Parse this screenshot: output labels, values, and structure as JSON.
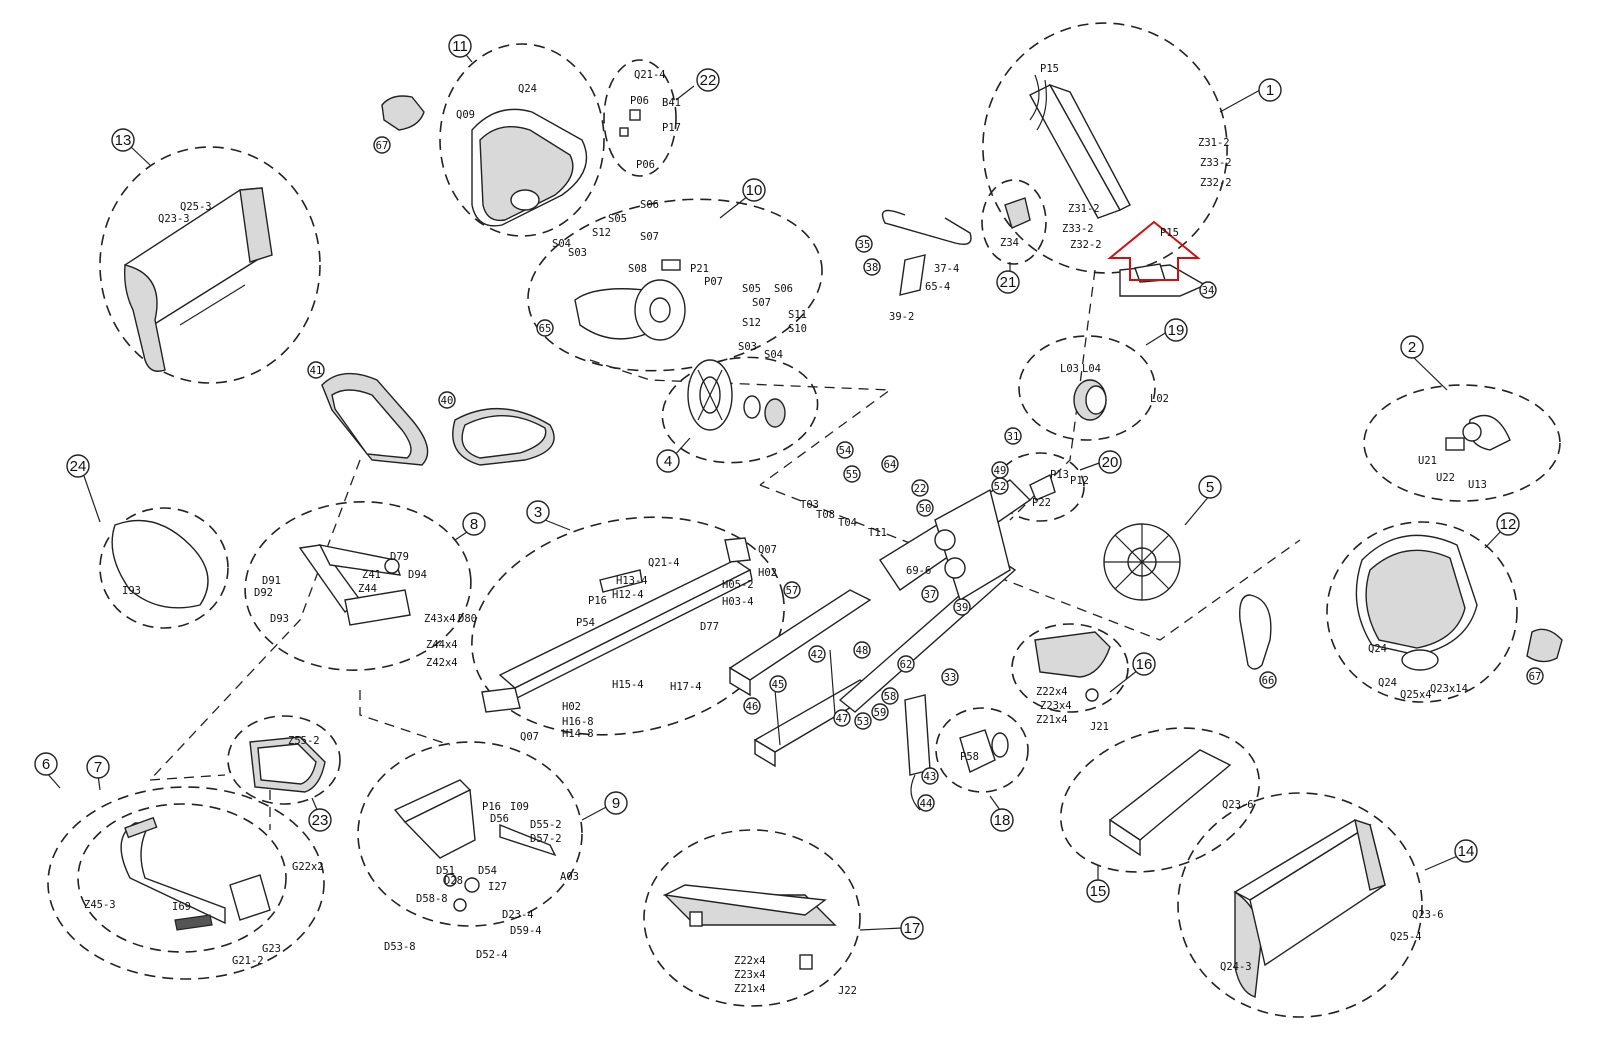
{
  "groups": [
    {
      "id": "1",
      "text": "1"
    },
    {
      "id": "2",
      "text": "2"
    },
    {
      "id": "3",
      "text": "3"
    },
    {
      "id": "4",
      "text": "4"
    },
    {
      "id": "5",
      "text": "5"
    },
    {
      "id": "6",
      "text": "6"
    },
    {
      "id": "7",
      "text": "7"
    },
    {
      "id": "8",
      "text": "8"
    },
    {
      "id": "9",
      "text": "9"
    },
    {
      "id": "10",
      "text": "10"
    },
    {
      "id": "11",
      "text": "11"
    },
    {
      "id": "12",
      "text": "12"
    },
    {
      "id": "13",
      "text": "13"
    },
    {
      "id": "14",
      "text": "14"
    },
    {
      "id": "15",
      "text": "15"
    },
    {
      "id": "16",
      "text": "16"
    },
    {
      "id": "17",
      "text": "17"
    },
    {
      "id": "18",
      "text": "18"
    },
    {
      "id": "19",
      "text": "19"
    },
    {
      "id": "20",
      "text": "20"
    },
    {
      "id": "21",
      "text": "21"
    },
    {
      "id": "22",
      "text": "22"
    },
    {
      "id": "23",
      "text": "23"
    },
    {
      "id": "24",
      "text": "24"
    }
  ],
  "callouts": [
    "67",
    "35",
    "38",
    "37-4",
    "65-4",
    "39-2",
    "34",
    "65",
    "41",
    "40",
    "54",
    "55",
    "64",
    "31",
    "49",
    "52",
    "50",
    "22",
    "69-6",
    "57",
    "48",
    "42",
    "39",
    "37",
    "46",
    "45",
    "47",
    "62",
    "53",
    "33",
    "43",
    "44",
    "58",
    "59",
    "66",
    "67"
  ],
  "part_labels": [
    "Q24",
    "Q09",
    "Q21-4",
    "P06",
    "B41",
    "P17",
    "P06",
    "Q25-3",
    "Q23-3",
    "S06",
    "S05",
    "S12",
    "S07",
    "S04",
    "S03",
    "S08",
    "P21",
    "P07",
    "S05",
    "S06",
    "S07",
    "S12",
    "S11",
    "S10",
    "S03",
    "S04",
    "P15",
    "Z31-2",
    "Z33-2",
    "Z32-2",
    "Z31-2",
    "Z33-2",
    "Z32-2",
    "Z34",
    "P15",
    "L03",
    "L04",
    "L02",
    "P13",
    "P12",
    "P22",
    "U21",
    "U22",
    "U13",
    "D91",
    "D92",
    "D93",
    "Z41",
    "Z44",
    "D79",
    "D94",
    "Z43x4",
    "D80",
    "Z44x4",
    "Z42x4",
    "I93",
    "Q07",
    "Q21-4",
    "H02",
    "H13-4",
    "H12-4",
    "H05-2",
    "P16",
    "H03-4",
    "P54",
    "D77",
    "H15-4",
    "H17-4",
    "H02",
    "H16-8",
    "H14-8",
    "Q07",
    "T03",
    "T08",
    "T04",
    "T11",
    "Q24",
    "Q24",
    "Q25x4",
    "Q23x14",
    "Z22x4",
    "Z23x4",
    "Z21x4",
    "J21",
    "Z55-2",
    "P16",
    "D56",
    "I09",
    "D55-2",
    "D57-2",
    "D51",
    "D28",
    "D54",
    "I27",
    "A03",
    "D58-8",
    "D23-4",
    "D59-4",
    "D53-8",
    "D52-4",
    "Z45-3",
    "I69",
    "G22x2",
    "G21-2",
    "G23",
    "P58",
    "Q23-6",
    "Z22x4",
    "Z23x4",
    "Z21x4",
    "J22",
    "Q23-6",
    "Q25-4",
    "Q24-3"
  ]
}
